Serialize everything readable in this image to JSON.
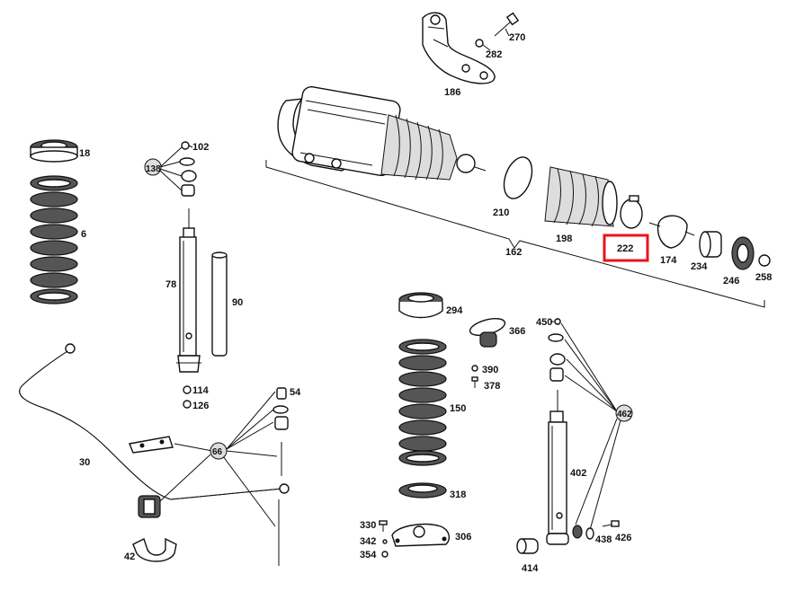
{
  "callouts": {
    "c18": "18",
    "c6": "6",
    "c102": "102",
    "c138": "138",
    "c78": "78",
    "c90": "90",
    "c114": "114",
    "c126": "126",
    "c54": "54",
    "c66": "66",
    "c30": "30",
    "c42": "42",
    "c186": "186",
    "c270": "270",
    "c282": "282",
    "c210": "210",
    "c198": "198",
    "c162": "162",
    "c222": "222",
    "c174": "174",
    "c234": "234",
    "c246": "246",
    "c258": "258",
    "c294": "294",
    "c366": "366",
    "c390": "390",
    "c378": "378",
    "c150": "150",
    "c318": "318",
    "c330": "330",
    "c342": "342",
    "c354": "354",
    "c306": "306",
    "c450": "450",
    "c462": "462",
    "c402": "402",
    "c438": "438",
    "c426": "426",
    "c414": "414"
  },
  "highlight": {
    "part": "222",
    "color": "#e8141b"
  }
}
